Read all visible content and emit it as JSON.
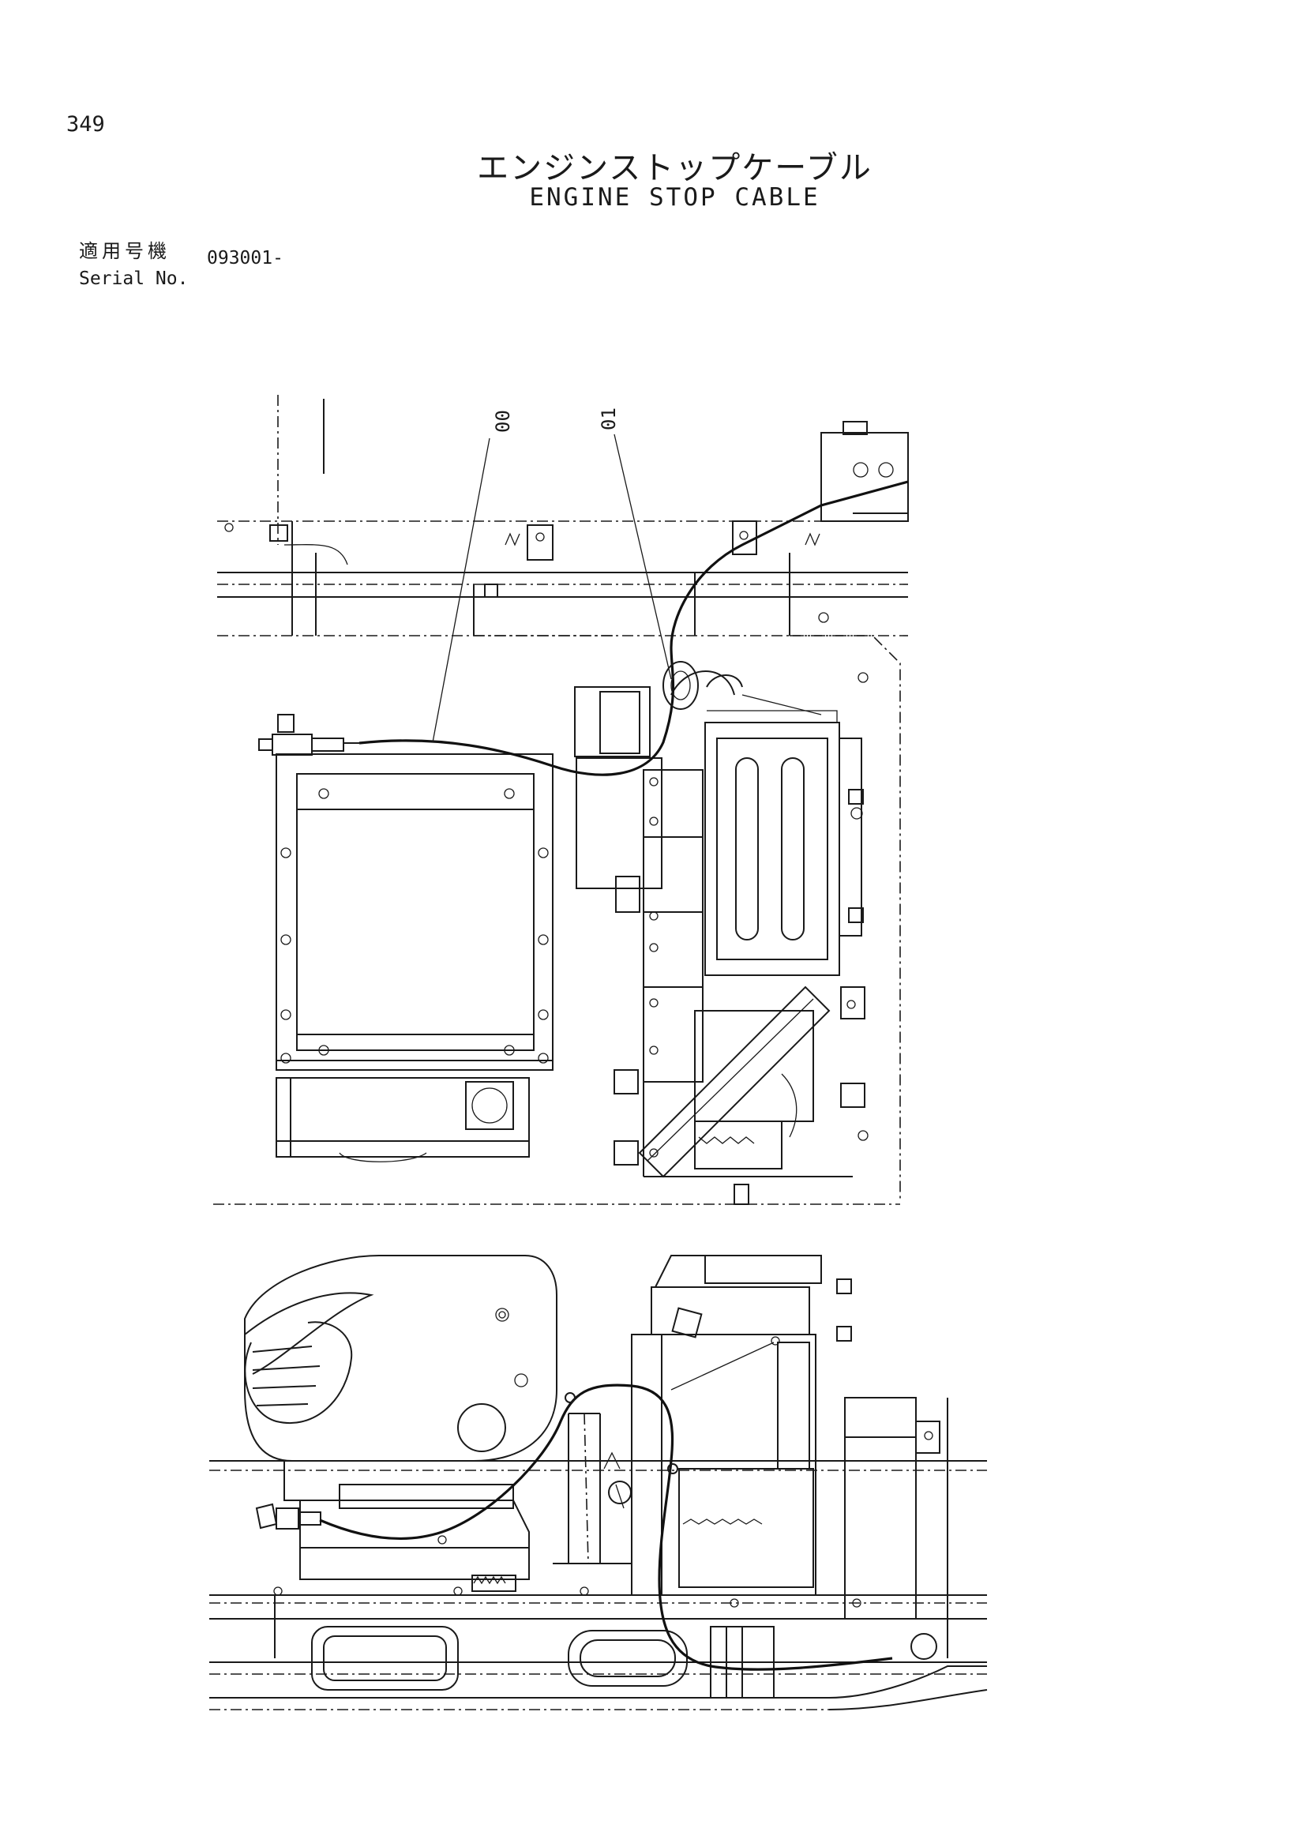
{
  "page": {
    "number": "349",
    "title_jp": "エンジンストップケーブル",
    "title_en": "ENGINE STOP CABLE",
    "serial_label_jp": "適用号機",
    "serial_label_en": "Serial No.",
    "serial_value": "093001-"
  },
  "callouts": {
    "part_00": "00",
    "part_01": "01"
  },
  "colors": {
    "ink": "#1a1a1a",
    "paper": "#ffffff"
  }
}
